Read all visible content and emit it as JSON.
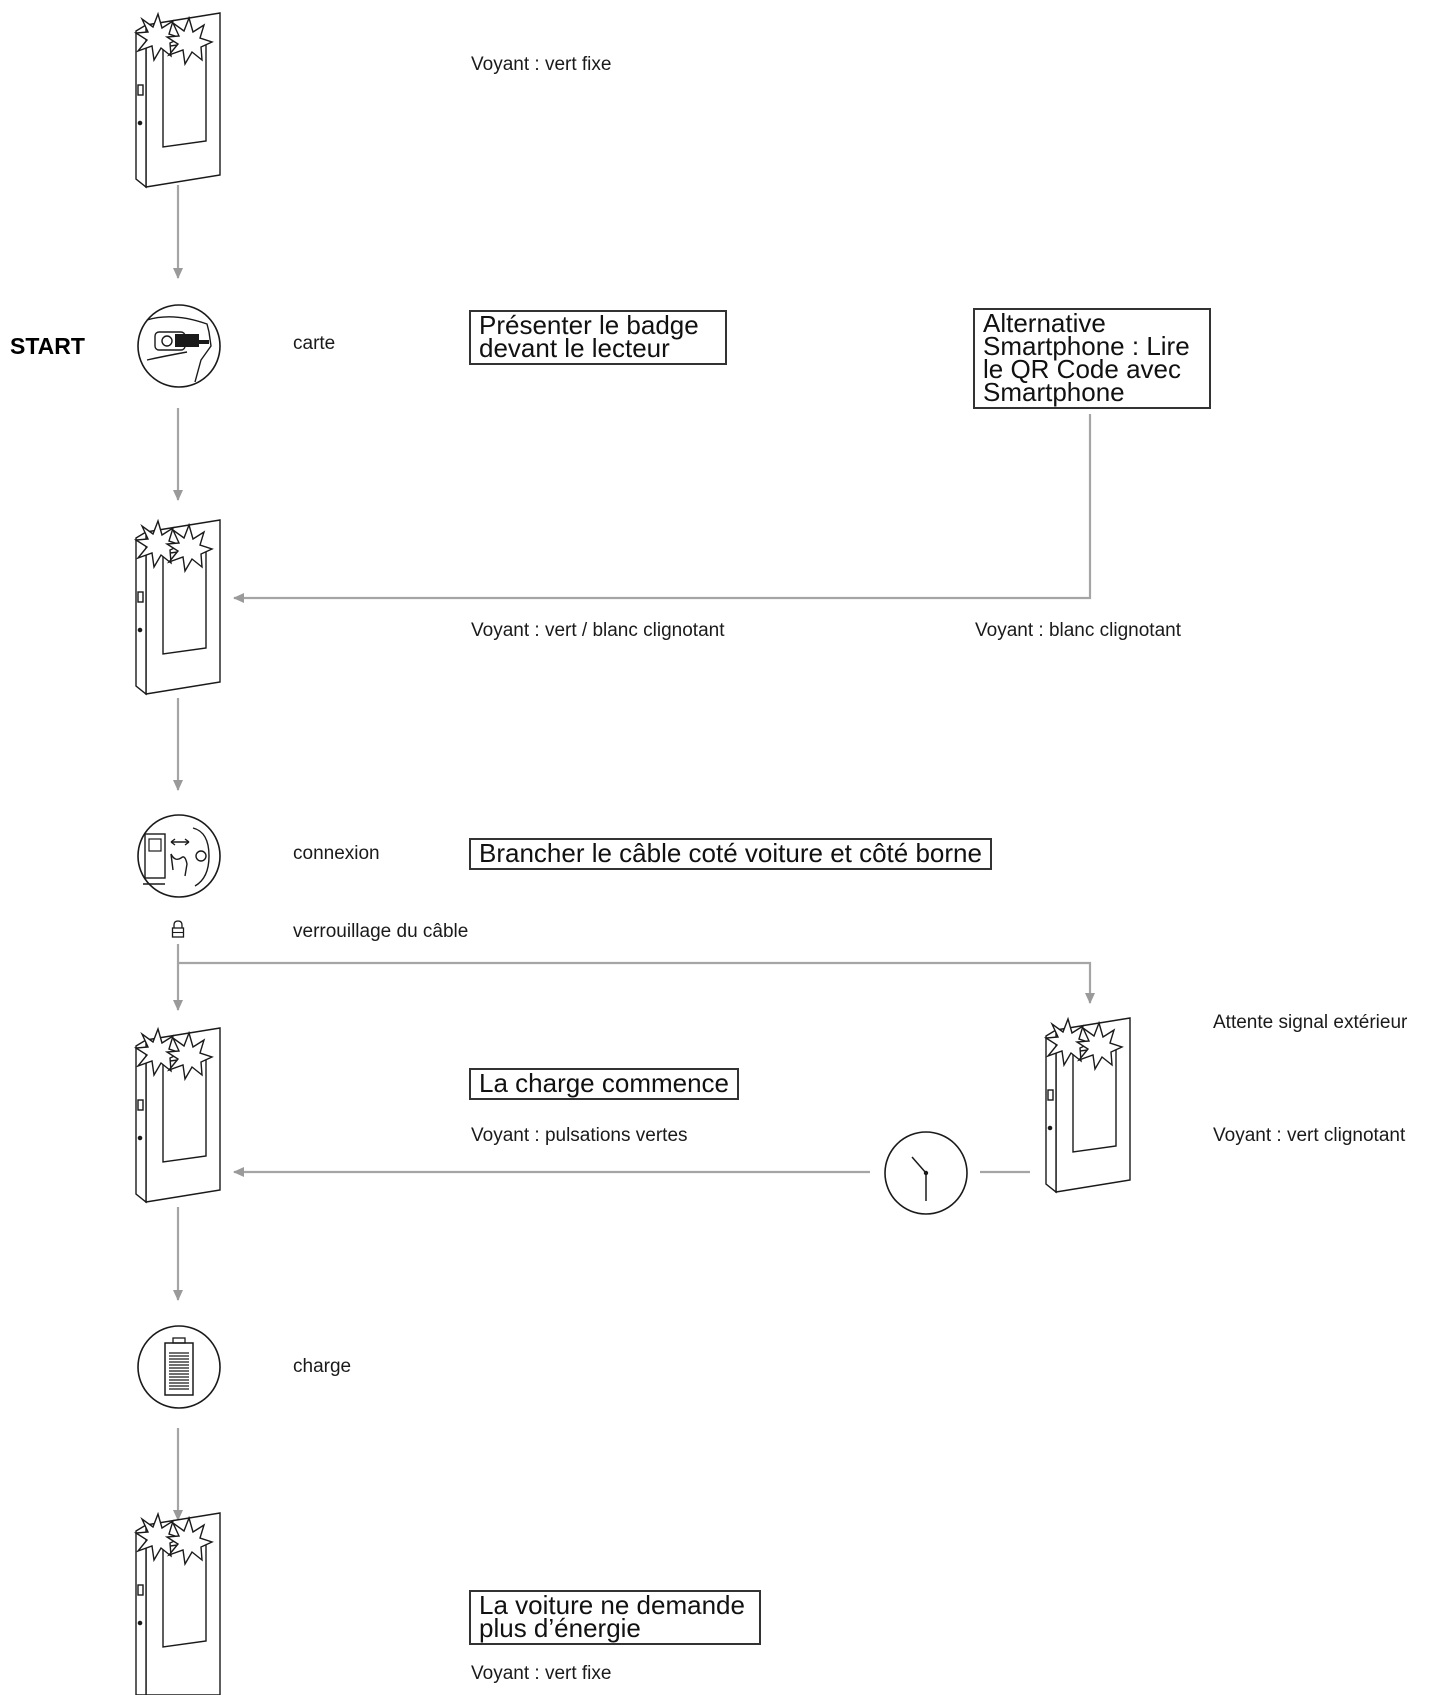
{
  "start_label": "START",
  "steps": {
    "initial": {
      "status": "Voyant : vert fixe"
    },
    "badge": {
      "icon_label": "carte",
      "instruction": "Présenter le badge devant le lecteur"
    },
    "alternative": {
      "instruction": "Alternative Smartphone : Lire le QR Code avec Smartphone",
      "status": "Voyant : blanc clignotant"
    },
    "authorized": {
      "status": "Voyant : vert / blanc clignotant"
    },
    "connect": {
      "icon_label": "connexion",
      "instruction": "Brancher le câble coté voiture et côté borne"
    },
    "lock": {
      "label": "verrouillage du câble"
    },
    "charging": {
      "instruction": "La charge commence",
      "status": "Voyant : pulsations vertes"
    },
    "waiting": {
      "label": "Attente signal extérieur",
      "status": "Voyant : vert clignotant"
    },
    "battery": {
      "icon_label": "charge"
    },
    "finished": {
      "instruction": "La voiture ne demande plus d’énergie",
      "status": "Voyant : vert fixe"
    }
  }
}
